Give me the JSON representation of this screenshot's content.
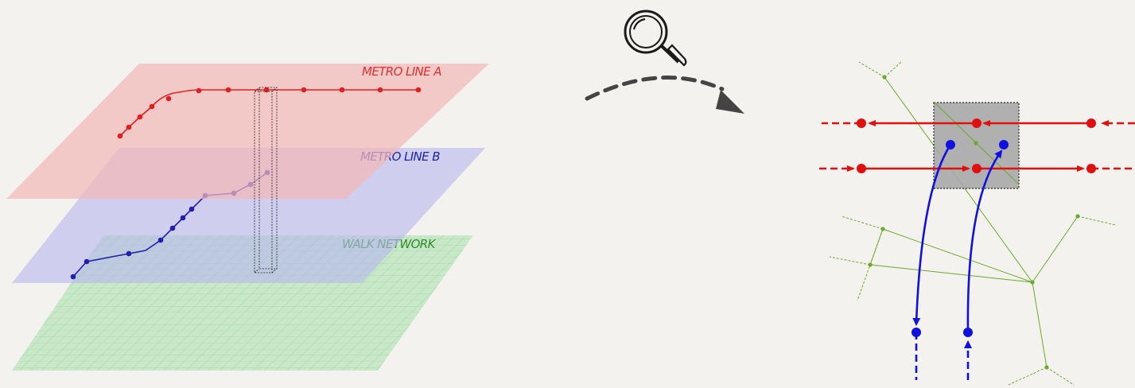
{
  "layers": {
    "metro_a": {
      "label": "METRO LINE A",
      "color": "#e03030",
      "fill": "#f2b8b8"
    },
    "metro_b": {
      "label": "METRO LINE B",
      "color": "#2020c0",
      "fill": "#b8b8ee"
    },
    "walk": {
      "label": "WALK NETWORK",
      "color": "#2e8b2e",
      "fill": "#bfe6bf"
    }
  },
  "icons": {
    "zoom": "magnifier-icon",
    "transition": "dashed-curved-arrow-icon"
  },
  "colors": {
    "station_box": "#a9a9a9",
    "walk_edges": "#6aaa2a",
    "arrow": "#444444"
  }
}
